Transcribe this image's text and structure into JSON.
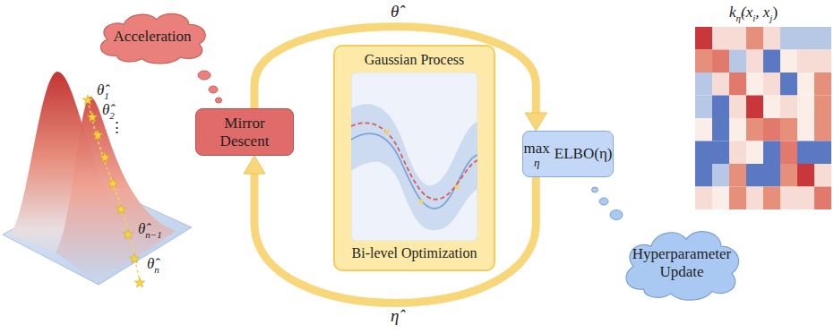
{
  "diagram": {
    "nodes": [
      {
        "text": [
          "Acceleration"
        ]
      },
      {
        "text": [
          "Mirror Descent"
        ]
      },
      {
        "text": [
          "Gaussian Process",
          "Bi-level Optimization"
        ]
      },
      {
        "text": [
          "max",
          "η",
          "ELBO(η)"
        ]
      },
      {
        "text": [
          "Hyperparameter Update"
        ]
      }
    ],
    "edges": [
      {
        "from": 1,
        "to": 3,
        "label": "θ̂",
        "arrow": "to"
      },
      {
        "from": 3,
        "to": 1,
        "label": "η̂",
        "arrow": "to"
      }
    ],
    "labels": [
      "θ̂",
      "1",
      "θ̂",
      "2",
      "⋮",
      "θ̂",
      "n−1",
      "θ̂",
      "n",
      "k",
      "η̂",
      "(x",
      "i",
      ", x",
      "j",
      ")"
    ]
  }
}
